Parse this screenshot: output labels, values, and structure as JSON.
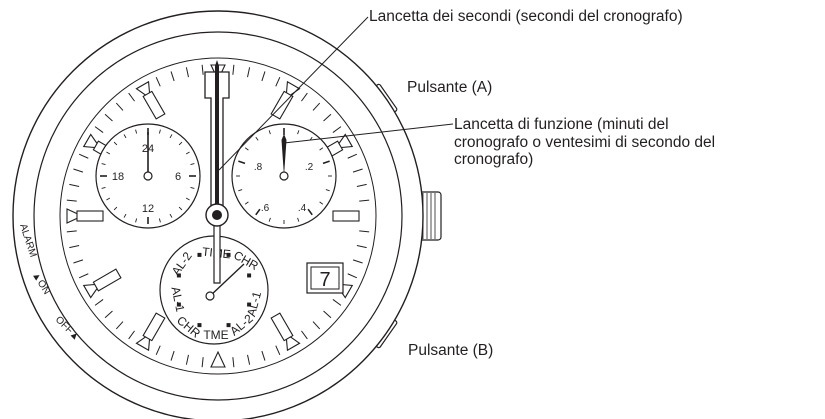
{
  "callouts": {
    "seconds_hand": "Lancetta dei secondi (secondi del cronografo)",
    "button_a": "Pulsante (A)",
    "function_hand": [
      "Lancetta di funzione (minuti del",
      "cronografo o ventesimi di secondo del",
      "cronografo)"
    ],
    "button_b": "Pulsante (B)"
  },
  "bezel": {
    "alarm": "ALARM",
    "on": "ON",
    "off": "OFF"
  },
  "subdial_24h": {
    "top": "24",
    "left": "18",
    "right": "6",
    "bottom": "12"
  },
  "subdial_fraction": {
    "right": ".2",
    "bottom_right": ".4",
    "bottom_left": ".6",
    "left": ".8"
  },
  "mode_dial": {
    "time_top": "TIME",
    "chr_top": "CHR",
    "al1_right": "AL-1",
    "al2_bottom": "AL-2",
    "time_bottom": "TME",
    "chr_bottom": "CHR",
    "al1_left": "AL-1",
    "al2_top": "AL-2"
  },
  "date_window": "7",
  "colors": {
    "ink": "#231f20",
    "paper": "#ffffff"
  }
}
